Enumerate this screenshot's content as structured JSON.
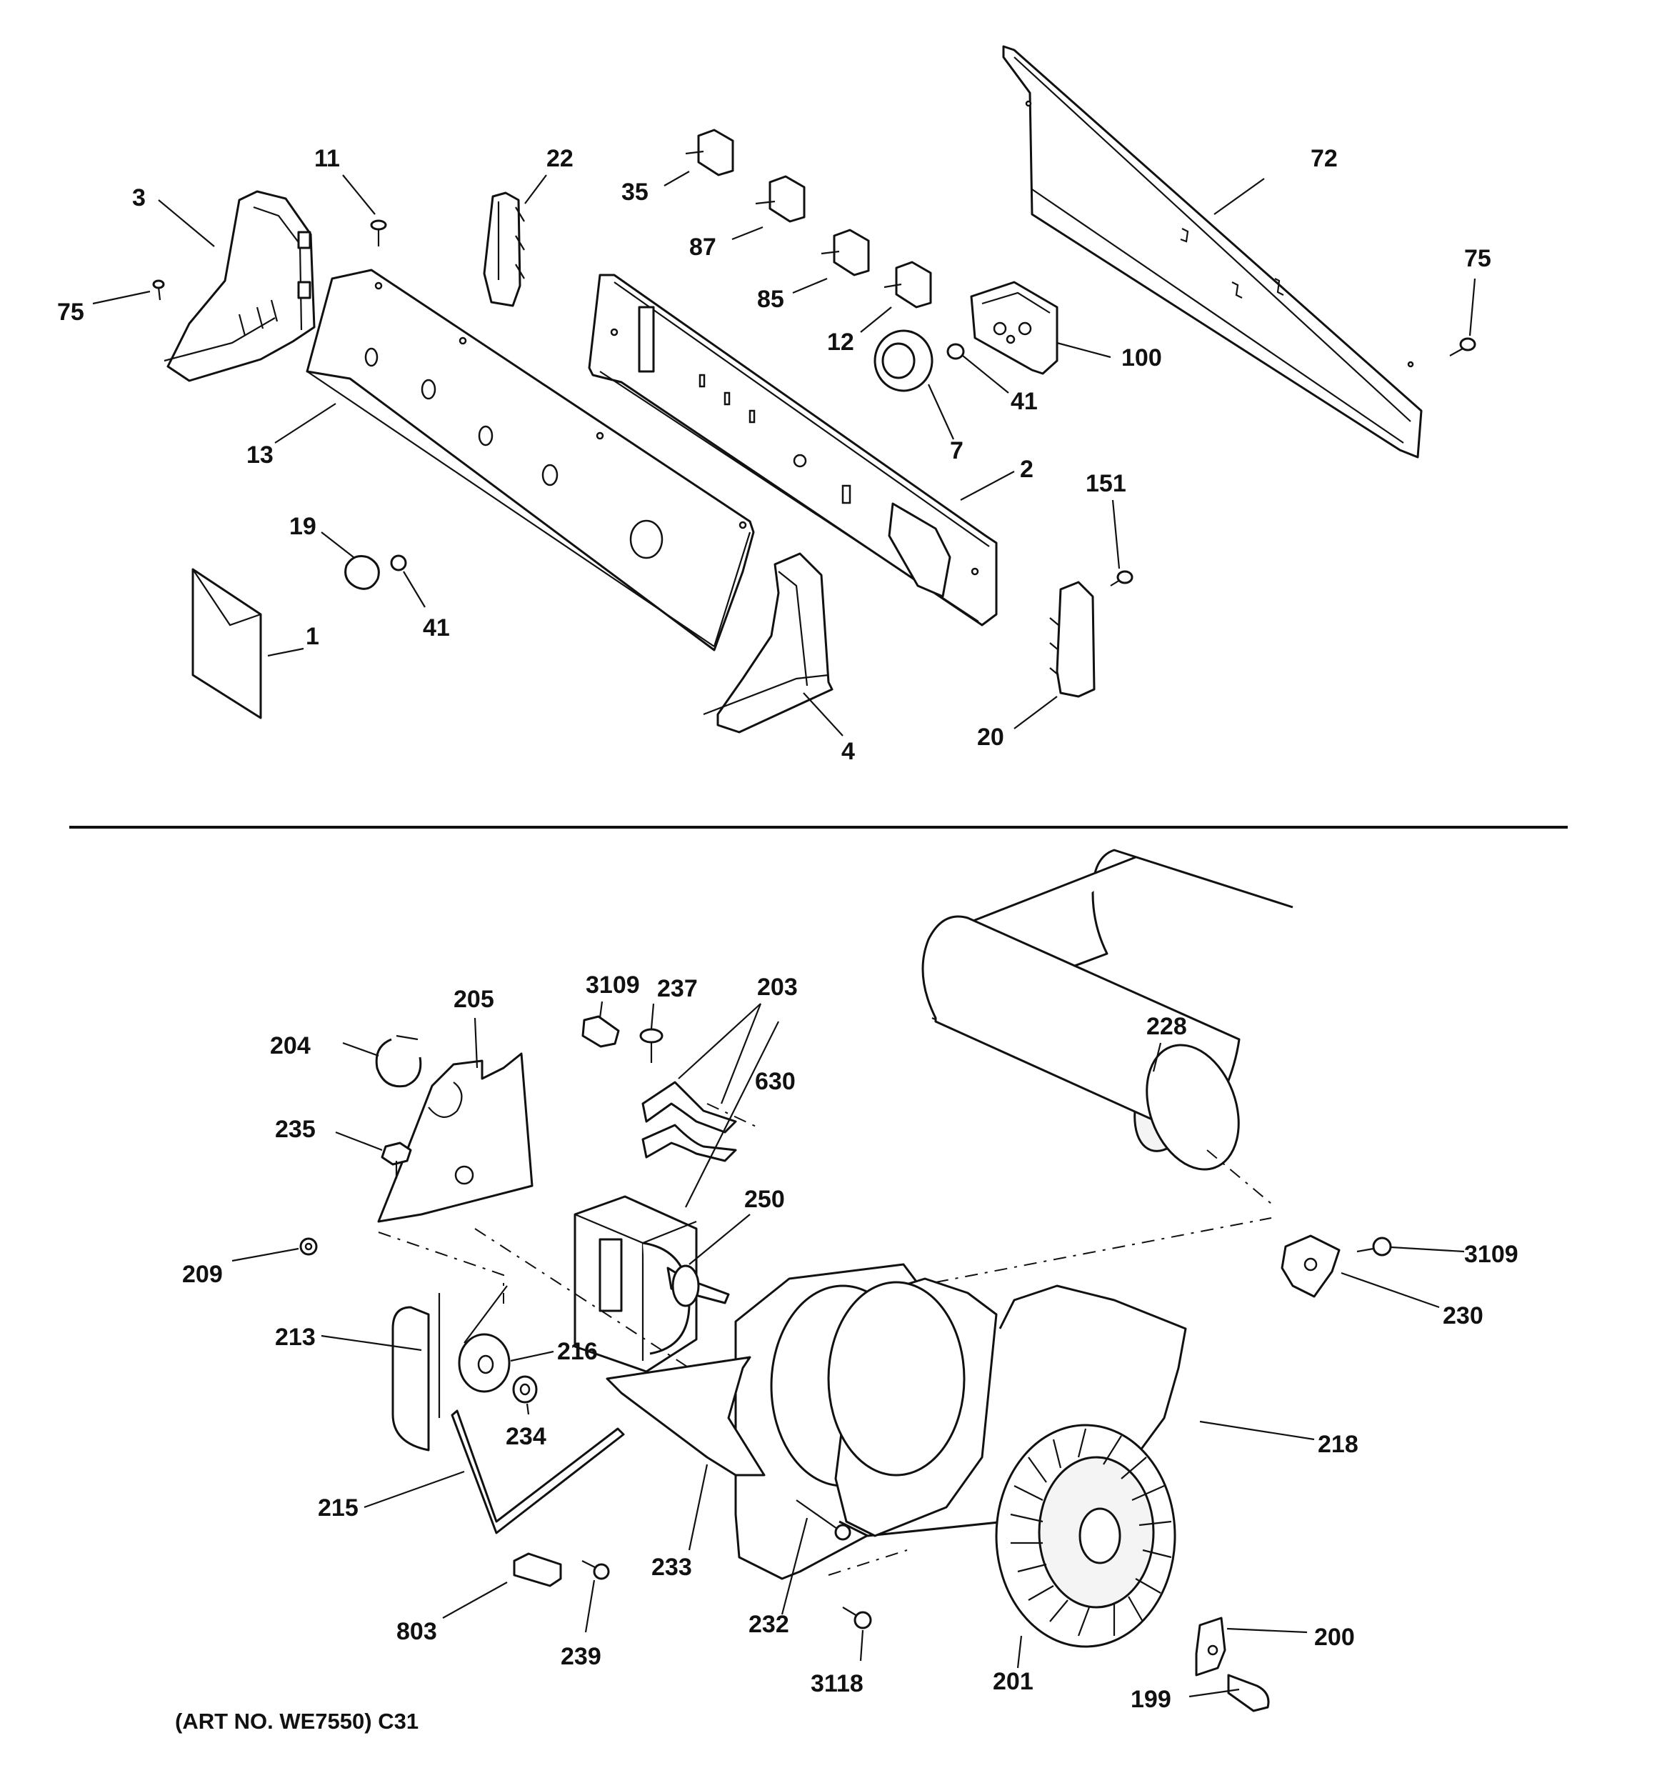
{
  "callouts": [
    {
      "id": "c3",
      "text": "3"
    },
    {
      "id": "c11",
      "text": "11"
    },
    {
      "id": "c22",
      "text": "22"
    },
    {
      "id": "c35",
      "text": "35"
    },
    {
      "id": "c87",
      "text": "87"
    },
    {
      "id": "c85",
      "text": "85"
    },
    {
      "id": "c12",
      "text": "12"
    },
    {
      "id": "c72",
      "text": "72"
    },
    {
      "id": "c75a",
      "text": "75"
    },
    {
      "id": "c75b",
      "text": "75"
    },
    {
      "id": "c13",
      "text": "13"
    },
    {
      "id": "c100",
      "text": "100"
    },
    {
      "id": "c41a",
      "text": "41"
    },
    {
      "id": "c7",
      "text": "7"
    },
    {
      "id": "c2",
      "text": "2"
    },
    {
      "id": "c151",
      "text": "151"
    },
    {
      "id": "c19",
      "text": "19"
    },
    {
      "id": "c41b",
      "text": "41"
    },
    {
      "id": "c1",
      "text": "1"
    },
    {
      "id": "c4",
      "text": "4"
    },
    {
      "id": "c20",
      "text": "20"
    },
    {
      "id": "c3109a",
      "text": "3109"
    },
    {
      "id": "c237",
      "text": "237"
    },
    {
      "id": "c203",
      "text": "203"
    },
    {
      "id": "c205",
      "text": "205"
    },
    {
      "id": "c204",
      "text": "204"
    },
    {
      "id": "c630",
      "text": "630"
    },
    {
      "id": "c228",
      "text": "228"
    },
    {
      "id": "c235",
      "text": "235"
    },
    {
      "id": "c250",
      "text": "250"
    },
    {
      "id": "c209",
      "text": "209"
    },
    {
      "id": "c3109b",
      "text": "3109"
    },
    {
      "id": "c230",
      "text": "230"
    },
    {
      "id": "c213",
      "text": "213"
    },
    {
      "id": "c216",
      "text": "216"
    },
    {
      "id": "c218",
      "text": "218"
    },
    {
      "id": "c234",
      "text": "234"
    },
    {
      "id": "c215",
      "text": "215"
    },
    {
      "id": "c233",
      "text": "233"
    },
    {
      "id": "c803",
      "text": "803"
    },
    {
      "id": "c239",
      "text": "239"
    },
    {
      "id": "c232",
      "text": "232"
    },
    {
      "id": "c200",
      "text": "200"
    },
    {
      "id": "c3118",
      "text": "3118"
    },
    {
      "id": "c201",
      "text": "201"
    },
    {
      "id": "c199",
      "text": "199"
    }
  ],
  "art_number": "(ART NO. WE7550) C31"
}
